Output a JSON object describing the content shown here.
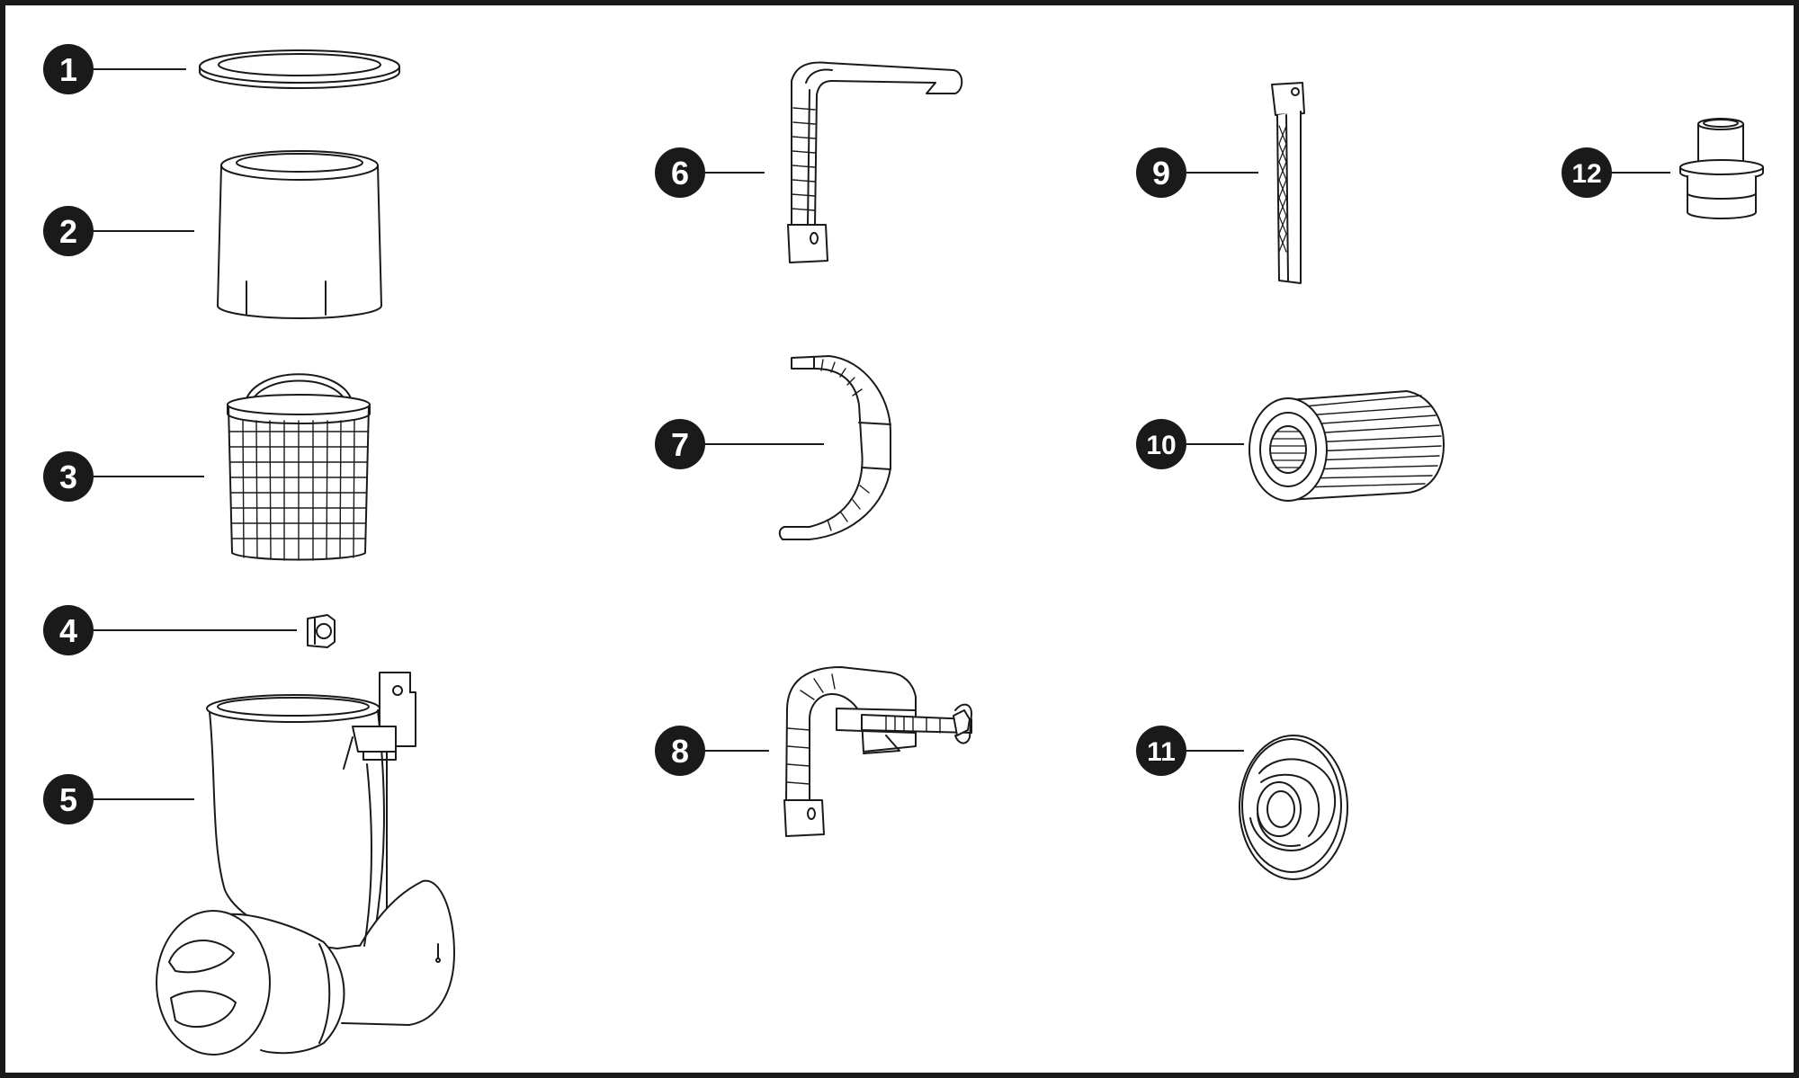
{
  "diagram": {
    "colors": {
      "ink": "#1a1a1a",
      "paper": "#ffffff",
      "badge_text": "#ffffff"
    },
    "parts": [
      {
        "number": "1",
        "icon": "gasket-ring-icon"
      },
      {
        "number": "2",
        "icon": "cylinder-housing-icon"
      },
      {
        "number": "3",
        "icon": "mesh-basket-icon"
      },
      {
        "number": "4",
        "icon": "nut-icon"
      },
      {
        "number": "5",
        "icon": "skimmer-body-icon"
      },
      {
        "number": "6",
        "icon": "l-bracket-icon"
      },
      {
        "number": "7",
        "icon": "curved-bracket-icon"
      },
      {
        "number": "8",
        "icon": "clamp-bracket-icon"
      },
      {
        "number": "9",
        "icon": "rod-icon"
      },
      {
        "number": "10",
        "icon": "filter-cartridge-icon"
      },
      {
        "number": "11",
        "icon": "inlet-fitting-icon"
      },
      {
        "number": "12",
        "icon": "hose-adapter-icon"
      }
    ]
  }
}
